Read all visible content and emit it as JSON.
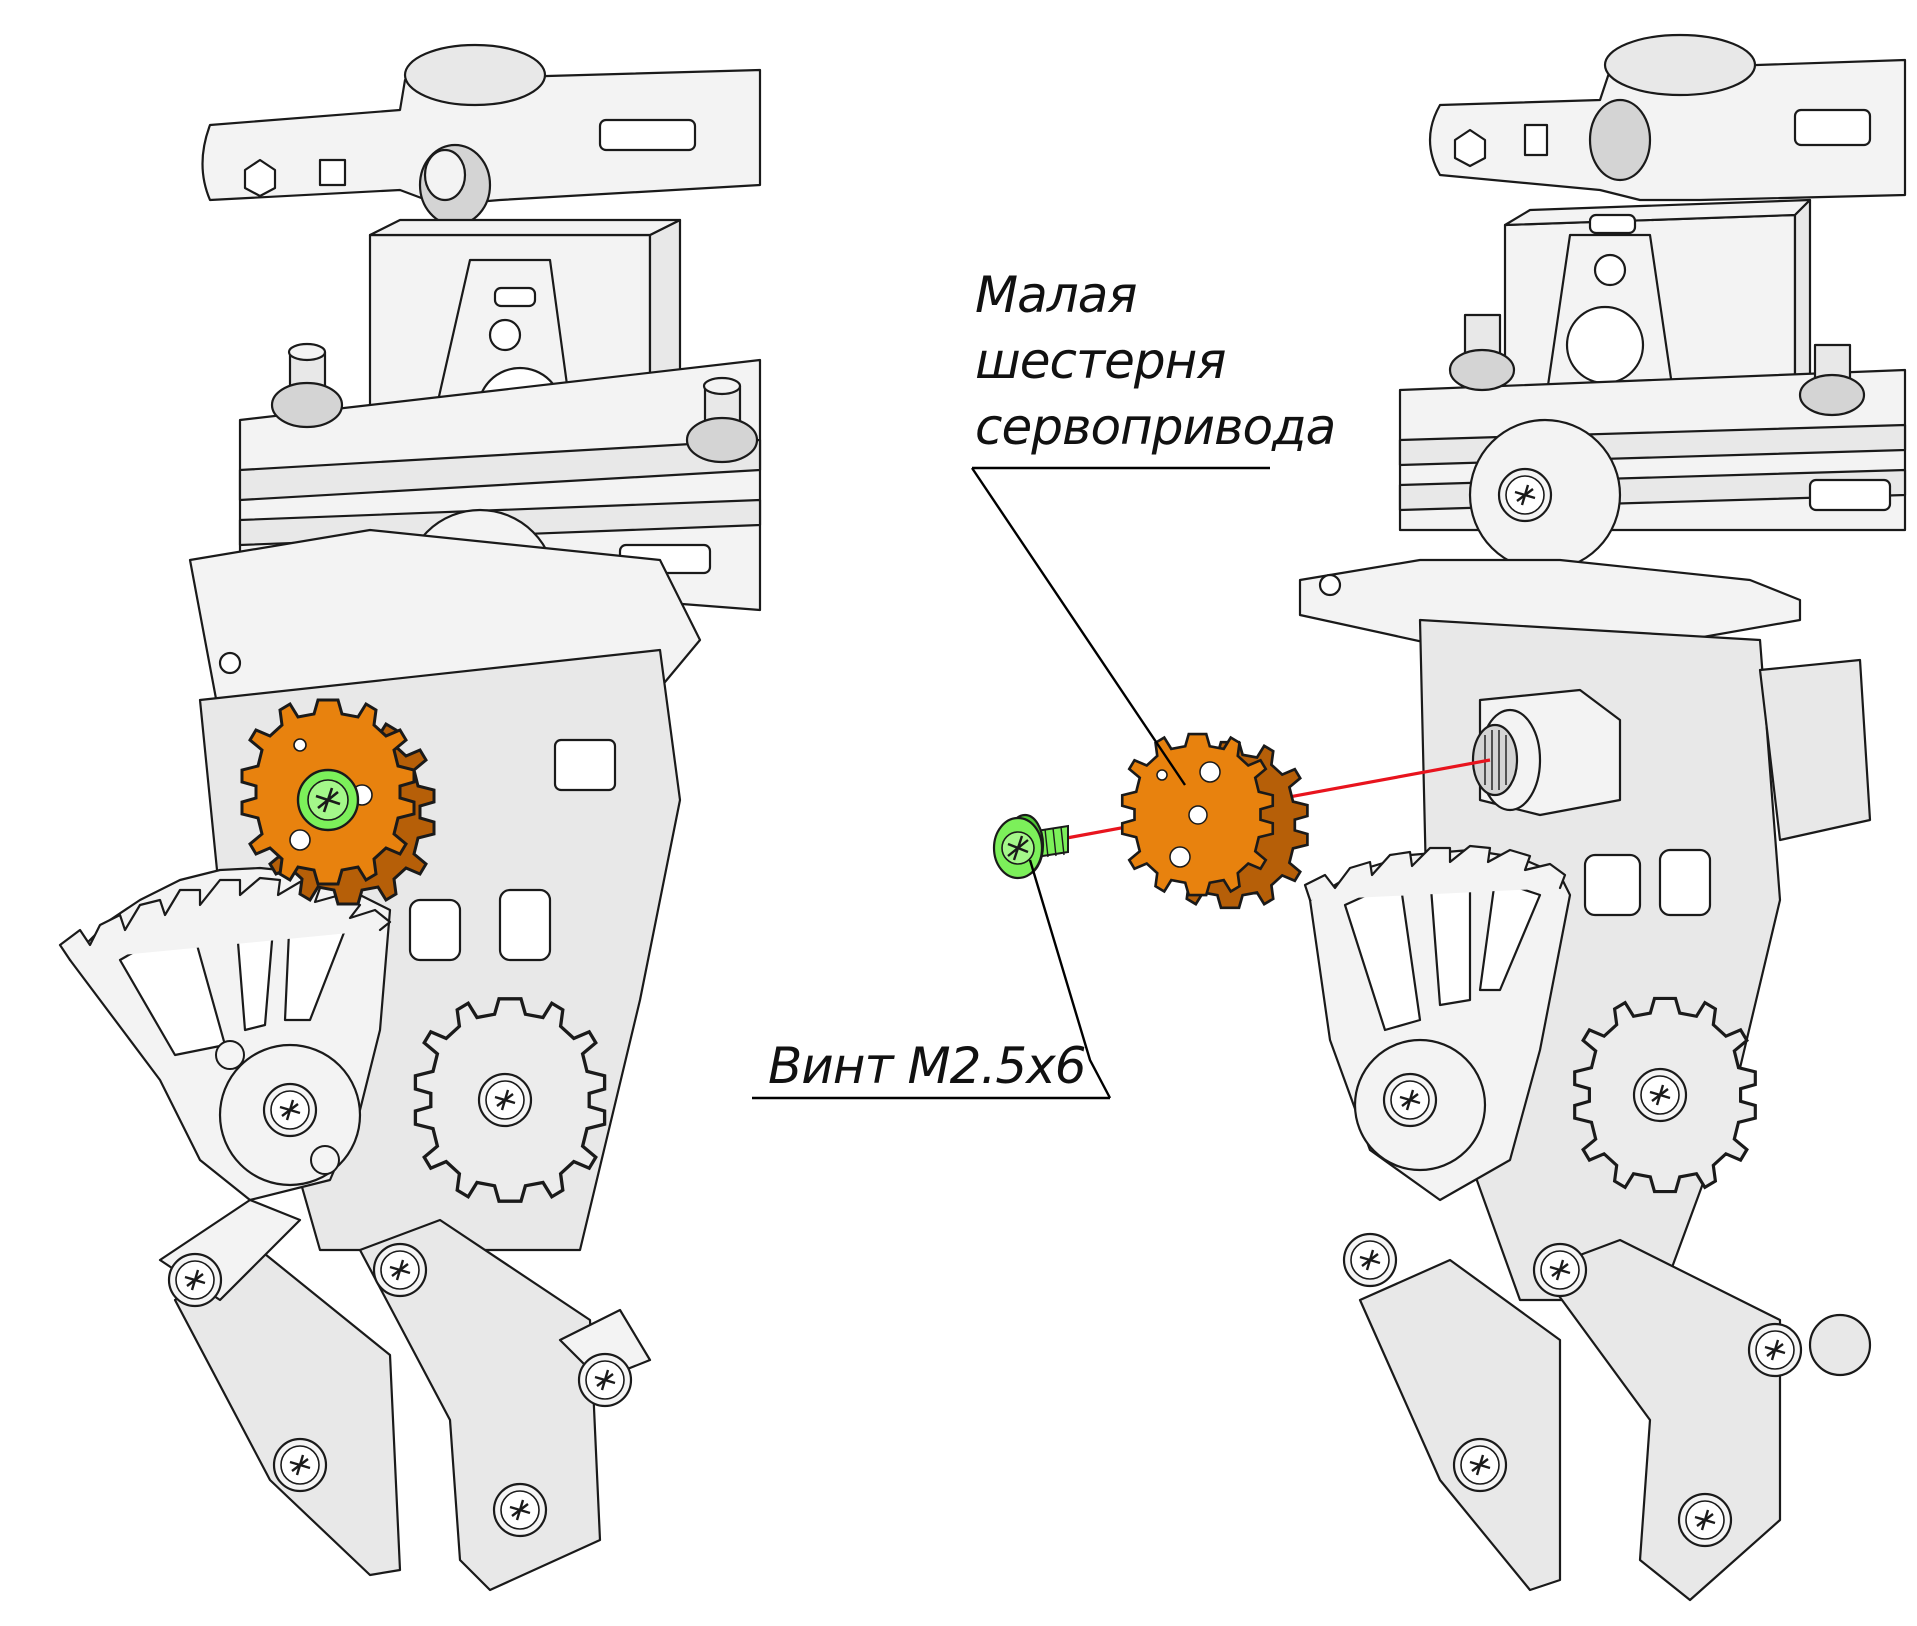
{
  "callouts": {
    "gear_label_line1": "Малая",
    "gear_label_line2": "шестерня",
    "gear_label_line3": "сервопривода",
    "screw_label": "Винт M2.5x6"
  },
  "colors": {
    "servo_gear": "#e8820e",
    "servo_gear_side": "#b65f08",
    "screw": "#7cf05a",
    "axis_line": "#e8141e",
    "part_fill": "#e8e8e8",
    "outline": "#1a1a1a"
  },
  "icons": {
    "left_view": "assembled-gripper-view",
    "right_view": "exploded-gripper-view"
  }
}
